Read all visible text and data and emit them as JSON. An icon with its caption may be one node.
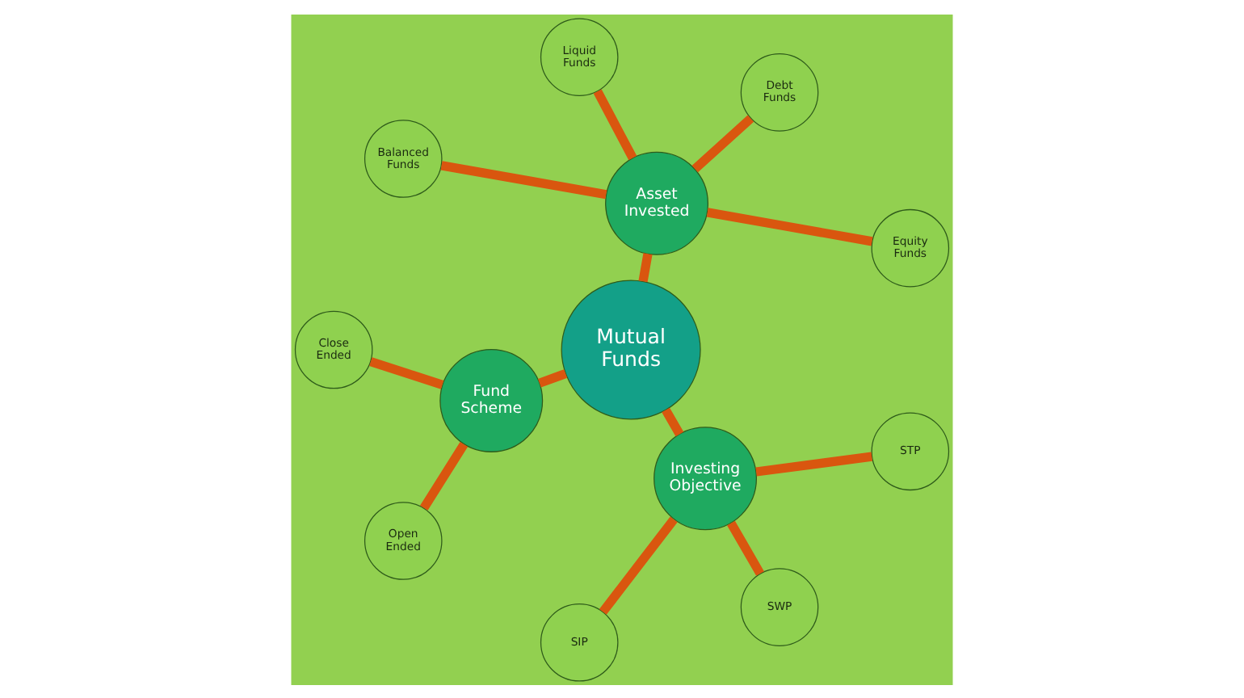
{
  "diagram": {
    "nodes": [
      {
        "text": [
          "Mutual Funds"
        ]
      },
      {
        "text": [
          "Asset Invested"
        ]
      },
      {
        "text": [
          "Equity Funds"
        ]
      },
      {
        "text": [
          "Debt Funds"
        ]
      },
      {
        "text": [
          "Liquid Funds"
        ]
      },
      {
        "text": [
          "Balanced Funds"
        ]
      },
      {
        "text": [
          "Fund Scheme"
        ]
      },
      {
        "text": [
          "Close Ended"
        ]
      },
      {
        "text": [
          "Open Ended"
        ]
      },
      {
        "text": [
          "Investing Objective"
        ]
      },
      {
        "text": [
          "SIP"
        ]
      },
      {
        "text": [
          "SWP"
        ]
      },
      {
        "text": [
          "STP"
        ]
      }
    ],
    "edges": [
      {
        "from": 0,
        "to": 1,
        "arrow": "none"
      },
      {
        "from": 1,
        "to": 2,
        "arrow": "none"
      },
      {
        "from": 1,
        "to": 3,
        "arrow": "none"
      },
      {
        "from": 1,
        "to": 4,
        "arrow": "none"
      },
      {
        "from": 1,
        "to": 5,
        "arrow": "none"
      },
      {
        "from": 0,
        "to": 6,
        "arrow": "none"
      },
      {
        "from": 6,
        "to": 7,
        "arrow": "none"
      },
      {
        "from": 6,
        "to": 8,
        "arrow": "none"
      },
      {
        "from": 0,
        "to": 9,
        "arrow": "none"
      },
      {
        "from": 9,
        "to": 10,
        "arrow": "none"
      },
      {
        "from": 9,
        "to": 11,
        "arrow": "none"
      },
      {
        "from": 9,
        "to": 12,
        "arrow": "none"
      }
    ]
  }
}
